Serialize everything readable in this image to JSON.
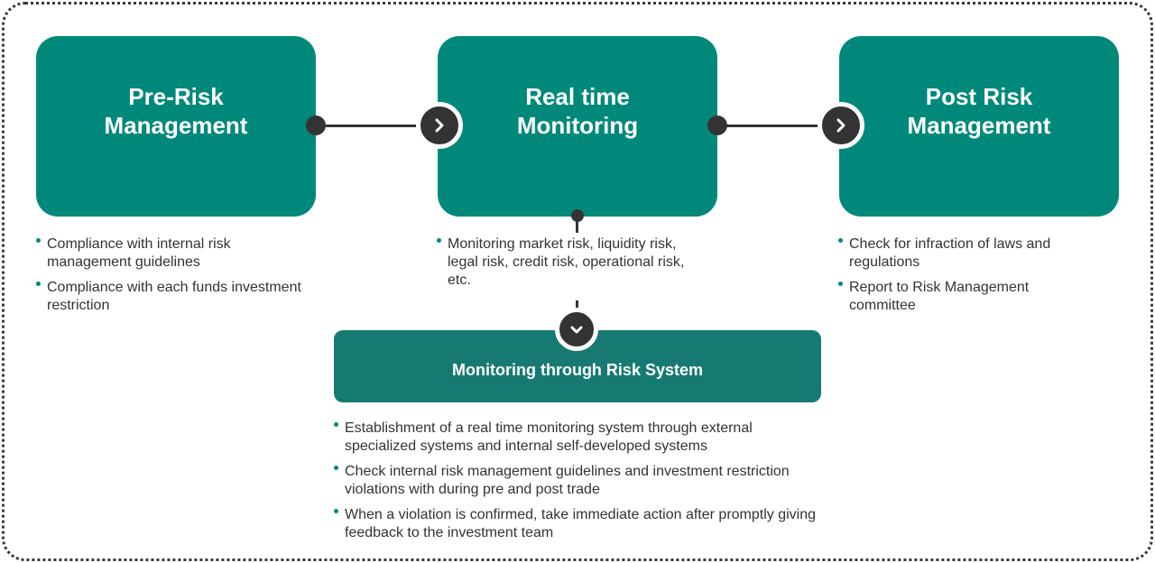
{
  "stages": [
    {
      "title": "Pre-Risk\nManagement"
    },
    {
      "title": "Real time\nMonitoring"
    },
    {
      "title": "Post Risk\nManagement"
    }
  ],
  "pre_risk_bullets": [
    "Compliance with internal risk management guidelines",
    "Compliance with each funds investment restriction"
  ],
  "real_time_bullets": [
    "Monitoring market risk, liquidity risk, legal risk, credit risk, operational risk, etc."
  ],
  "post_risk_bullets": [
    "Check for infraction of laws and  regulations",
    "Report to Risk Management committee"
  ],
  "risk_system": {
    "title": "Monitoring through Risk System",
    "bullets": [
      "Establishment of a real time monitoring system through external specialized systems and internal self-developed systems",
      "Check internal risk management guidelines and investment restriction violations with during pre and post trade",
      "When a violation is confirmed, take immediate action after promptly giving feedback to the investment team"
    ]
  },
  "colors": {
    "stage_fill": "#00897b",
    "system_fill": "#177a72",
    "connector": "#333333",
    "bullet_dot": "#00897b"
  },
  "icons": {
    "flow_arrow": "chevron-right-icon",
    "down_arrow": "chevron-down-icon"
  }
}
